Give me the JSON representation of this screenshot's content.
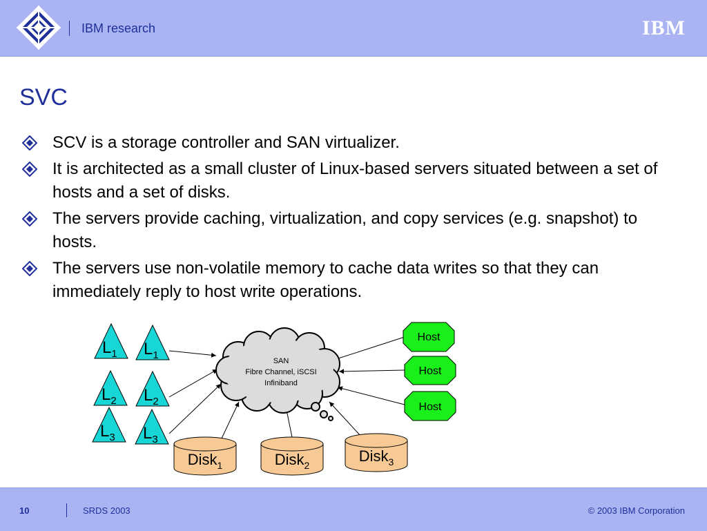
{
  "header": {
    "title": "IBM research",
    "brand": "IBM"
  },
  "slide": {
    "title": "SVC",
    "bullets": [
      "SCV is a storage controller and SAN virtualizer.",
      "It is architected as a small cluster of Linux-based servers situated between a set of hosts and a set of disks.",
      "The servers provide caching, virtualization, and copy services (e.g. snapshot) to hosts.",
      "The servers use non-volatile memory to cache data writes so that they can immediately reply to host write operations."
    ]
  },
  "diagram": {
    "luns": [
      {
        "letter": "L",
        "sub": "1"
      },
      {
        "letter": "L",
        "sub": "1"
      },
      {
        "letter": "L",
        "sub": "2"
      },
      {
        "letter": "L",
        "sub": "2"
      },
      {
        "letter": "L",
        "sub": "3"
      },
      {
        "letter": "L",
        "sub": "3"
      }
    ],
    "cloud": {
      "line1": "SAN",
      "line2": "Fibre Channel, iSCSI",
      "line3": "Infiniband"
    },
    "hosts": [
      "Host",
      "Host",
      "Host"
    ],
    "disks": [
      {
        "label": "Disk",
        "sub": "1"
      },
      {
        "label": "Disk",
        "sub": "2"
      },
      {
        "label": "Disk",
        "sub": "3"
      }
    ],
    "colors": {
      "lun": "#19d6d6",
      "host": "#19ef19",
      "disk": "#f7c994",
      "cloud": "#dcdcdc"
    }
  },
  "footer": {
    "page": "10",
    "conference": "SRDS 2003",
    "copyright": "© 2003 IBM Corporation"
  }
}
